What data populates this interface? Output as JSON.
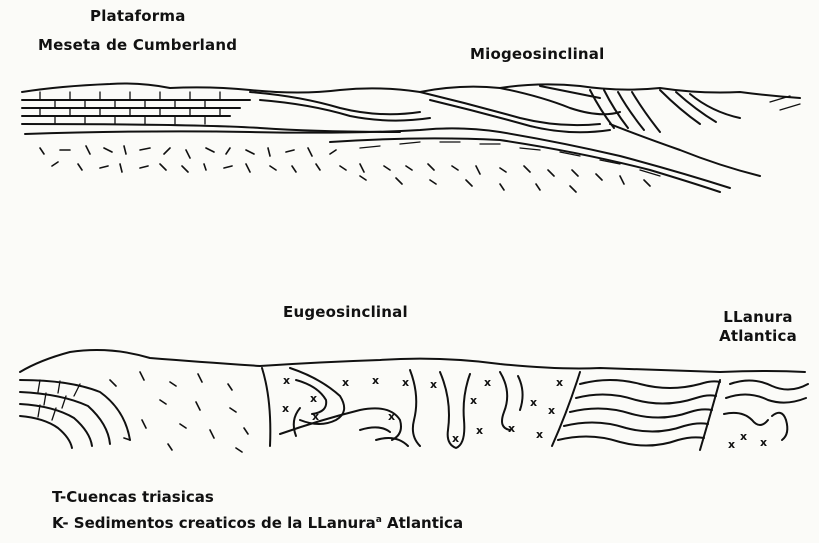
{
  "upper_section": {
    "label_platform_line1": "Plataforma",
    "label_platform_line2": "Meseta de Cumberland",
    "label_miogeosyncline": "Miogeosinclinal"
  },
  "lower_section": {
    "label_eugeosyncline": "Eugeosinclinal",
    "label_plain_line1": "LLanura",
    "label_plain_line2": "Atlantica",
    "basin_symbol": "x"
  },
  "legend": {
    "item_t": "T-Cuencas triasicas",
    "item_k_prefix": "K- Sedimentos creaticos de la LLanura",
    "item_k_sup": "a",
    "item_k_suffix": " Atlantica"
  },
  "colors": {
    "ink": "#111111",
    "paper": "#fbfbf8"
  }
}
